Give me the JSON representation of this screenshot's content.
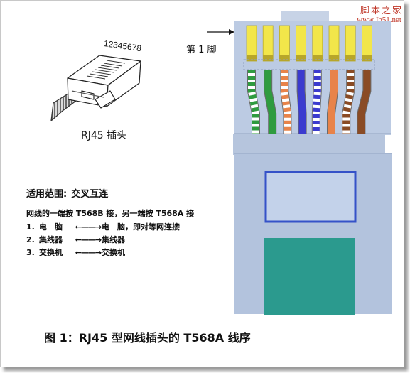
{
  "watermark": {
    "site_cn": "脚本之家",
    "site_url": "www.Jb51.net"
  },
  "plug_figure": {
    "pin_numbers": "12345678",
    "title": "RJ45 插头"
  },
  "connector": {
    "pin1_label": "第 1 脚",
    "wires": [
      {
        "pin": 1,
        "color": "#ffffff",
        "stripe": "#2f9b3f"
      },
      {
        "pin": 2,
        "color": "#2f9b3f",
        "stripe": null
      },
      {
        "pin": 3,
        "color": "#ffffff",
        "stripe": "#e8834a"
      },
      {
        "pin": 4,
        "color": "#3b3bcf",
        "stripe": null
      },
      {
        "pin": 5,
        "color": "#ffffff",
        "stripe": "#3b3bcf"
      },
      {
        "pin": 6,
        "color": "#e8834a",
        "stripe": null
      },
      {
        "pin": 7,
        "color": "#ffffff",
        "stripe": "#8a4b25"
      },
      {
        "pin": 8,
        "color": "#8a4b25",
        "stripe": null
      }
    ]
  },
  "notes": {
    "usage_title": "适用范围:",
    "usage_value": "交叉互连",
    "description": "网线的一端按 T568B 接，另一端按 T568A 接",
    "items": [
      {
        "num": "1.",
        "a": "电　脑",
        "arrow": "←——→",
        "b": "电　脑，即对等网连接"
      },
      {
        "num": "2.",
        "a": "集线器",
        "arrow": "←——→",
        "b": "集线器"
      },
      {
        "num": "3.",
        "a": "交换机",
        "arrow": "←——→",
        "b": "交换机"
      }
    ]
  },
  "caption": "图 1：RJ45 型网线插头的 T568A 线序"
}
